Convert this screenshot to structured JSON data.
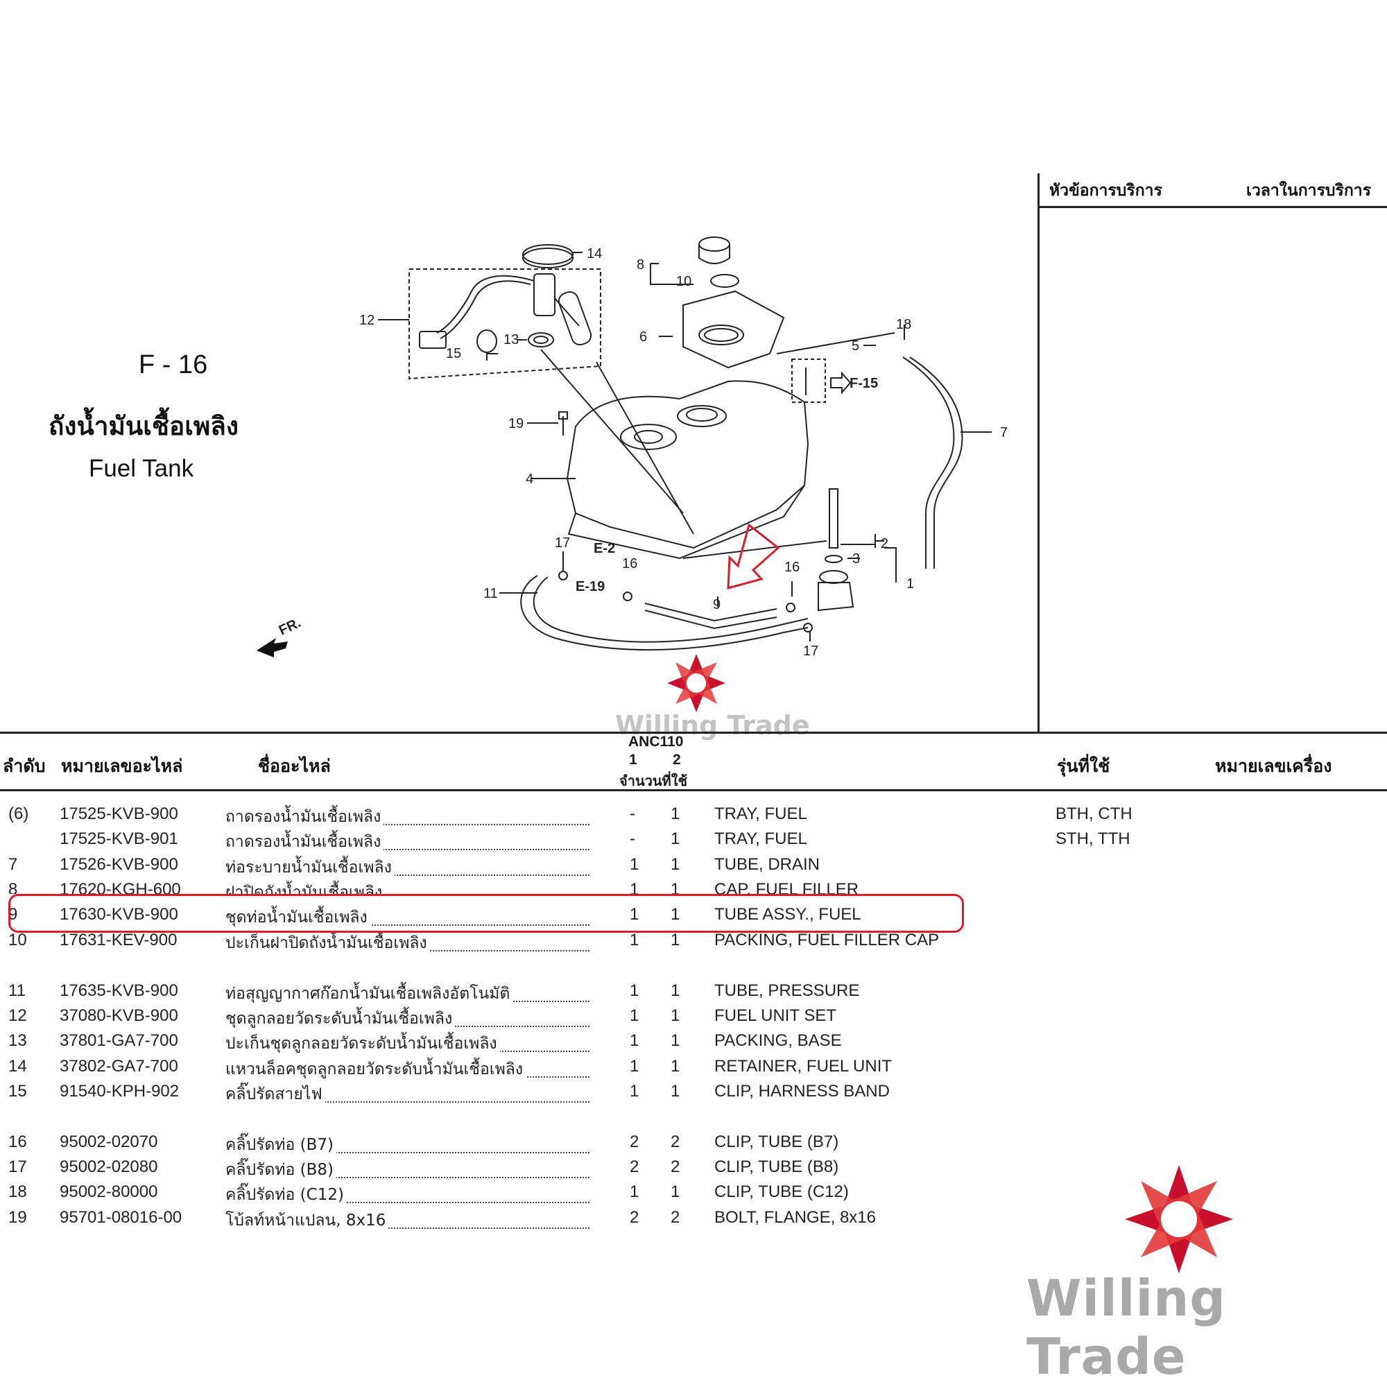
{
  "figure": {
    "code": "F - 16",
    "title_th": "ถังน้ำมันเชื้อเพลิง",
    "title_en": "Fuel Tank"
  },
  "service_panel": {
    "col1": "หัวข้อการบริการ",
    "col2": "เวลาในการบริการ"
  },
  "diagram": {
    "callouts": [
      "14",
      "8",
      "10",
      "12",
      "13",
      "15",
      "6",
      "5",
      "18",
      "F-15",
      "19",
      "4",
      "7",
      "17",
      "E-2",
      "16",
      "E-19",
      "11",
      "9",
      "16",
      "2",
      "3",
      "1",
      "17"
    ],
    "fr_label": "FR."
  },
  "table_header": {
    "ref": "ลำดับ",
    "part_no": "หมายเลขอะไหล่",
    "part_name": "ชื่ออะไหล่",
    "model": "ANC110",
    "qty_col1": "1",
    "qty_col2": "2",
    "qty_label": "จำนวนที่ใช้",
    "used_in": "รุ่นที่ใช้",
    "engine_no": "หมายเลขเครื่อง"
  },
  "rows": [
    {
      "ref": "(6)",
      "part": "17525-KVB-900",
      "thai": "ถาดรองน้ำมันเชื้อเพลิง",
      "q1": "-",
      "q2": "1",
      "en": "TRAY, FUEL",
      "model": "BTH, CTH"
    },
    {
      "ref": "",
      "part": "17525-KVB-901",
      "thai": "ถาดรองน้ำมันเชื้อเพลิง",
      "q1": "-",
      "q2": "1",
      "en": "TRAY, FUEL",
      "model": "STH, TTH"
    },
    {
      "ref": "7",
      "part": "17526-KVB-900",
      "thai": "ท่อระบายน้ำมันเชื้อเพลิง",
      "q1": "1",
      "q2": "1",
      "en": "TUBE, DRAIN",
      "model": ""
    },
    {
      "ref": "8",
      "part": "17620-KGH-600",
      "thai": "ฝาปิดถังน้ำมันเชื้อเพลิง",
      "q1": "1",
      "q2": "1",
      "en": "CAP, FUEL FILLER",
      "model": ""
    },
    {
      "ref": "9",
      "part": "17630-KVB-900",
      "thai": "ชุดท่อน้ำมันเชื้อเพลิง",
      "q1": "1",
      "q2": "1",
      "en": "TUBE ASSY., FUEL",
      "model": ""
    },
    {
      "ref": "10",
      "part": "17631-KEV-900",
      "thai": "ปะเก็นฝาปิดถังน้ำมันเชื้อเพลิง",
      "q1": "1",
      "q2": "1",
      "en": "PACKING, FUEL FILLER CAP",
      "model": ""
    },
    {
      "ref": "11",
      "part": "17635-KVB-900",
      "thai": "ท่อสุญญากาศก๊อกน้ำมันเชื้อเพลิงอัตโนมัติ",
      "q1": "1",
      "q2": "1",
      "en": "TUBE, PRESSURE",
      "model": ""
    },
    {
      "ref": "12",
      "part": "37080-KVB-900",
      "thai": "ชุดลูกลอยวัดระดับน้ำมันเชื้อเพลิง",
      "q1": "1",
      "q2": "1",
      "en": "FUEL UNIT SET",
      "model": ""
    },
    {
      "ref": "13",
      "part": "37801-GA7-700",
      "thai": "ปะเก็นชุดลูกลอยวัดระดับน้ำมันเชื้อเพลิง",
      "q1": "1",
      "q2": "1",
      "en": "PACKING, BASE",
      "model": ""
    },
    {
      "ref": "14",
      "part": "37802-GA7-700",
      "thai": "แหวนล็อคชุดลูกลอยวัดระดับน้ำมันเชื้อเพลิง",
      "q1": "1",
      "q2": "1",
      "en": "RETAINER, FUEL UNIT",
      "model": ""
    },
    {
      "ref": "15",
      "part": "91540-KPH-902",
      "thai": "คลิ๊ปรัดสายไฟ",
      "q1": "1",
      "q2": "1",
      "en": "CLIP, HARNESS BAND",
      "model": ""
    },
    {
      "ref": "16",
      "part": "95002-02070",
      "thai": "คลิ๊ปรัดท่อ (B7)",
      "q1": "2",
      "q2": "2",
      "en": "CLIP, TUBE (B7)",
      "model": ""
    },
    {
      "ref": "17",
      "part": "95002-02080",
      "thai": "คลิ๊ปรัดท่อ (B8)",
      "q1": "2",
      "q2": "2",
      "en": "CLIP, TUBE (B8)",
      "model": ""
    },
    {
      "ref": "18",
      "part": "95002-80000",
      "thai": "คลิ๊ปรัดท่อ (C12)",
      "q1": "1",
      "q2": "1",
      "en": "CLIP, TUBE (C12)",
      "model": ""
    },
    {
      "ref": "19",
      "part": "95701-08016-00",
      "thai": "โบ้ลท์หน้าแปลน, 8x16",
      "q1": "2",
      "q2": "2",
      "en": "BOLT, FLANGE, 8x16",
      "model": ""
    }
  ],
  "watermark": {
    "small": "Willing Trade",
    "large": "Willing Trade"
  },
  "colors": {
    "highlight": "#d81e2a",
    "logo_red": "#c8102e",
    "watermark_gray": "#a9a9a9"
  }
}
